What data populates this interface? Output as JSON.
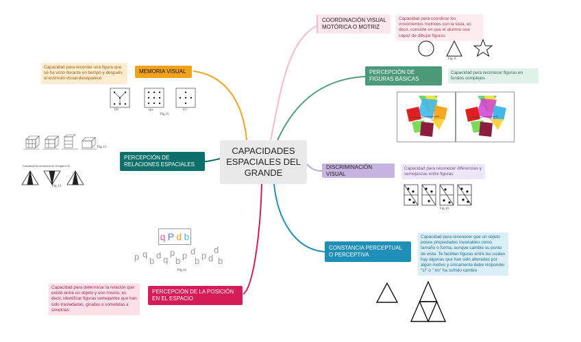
{
  "central": {
    "title": "CAPACIDADES ESPACIALES DEL GRANDE"
  },
  "colors": {
    "visual_motora": "#f7b8c7",
    "figuras_basicas": "#4d9a7b",
    "discriminacion": "#b9a3d8",
    "constancia": "#1f8fb8",
    "posicion": "#d61c57",
    "relaciones": "#0f6f6a",
    "memoria": "#f3a21a"
  },
  "branches": {
    "visual_motora": {
      "label": "COORDINACIÓN VISUAL MOTÓRICA O MOTRIZ",
      "note": "Capacidad para coordinar los movimientos motrices con la vista, es decir, consiste en que el alumno sea capaz de dibujar figuras",
      "fig_label": "Fig. 8"
    },
    "figuras_basicas": {
      "label": "PERCEPCIÓN DE FIGURAS BÁSICAS",
      "note": "Capacidad para reconocer figuras en fondos complejos"
    },
    "discriminacion": {
      "label": "DISCRIMINACIÓN VISUAL",
      "note": "Capacidad para reconocer diferencias y semejanzas entre figuras",
      "fig_label": "Fig.10"
    },
    "constancia": {
      "label": "CONSTANCIA PERCEPTUAL O PERCEPTIVA",
      "note": "Capacidad para reconocer que un objeto posee propiedades invariables como tamaño o forma, aunque cambie su punto de vista. Te facilitan figuras entre las cuales hay algunas que han sido alteradas por algún motivo y únicamente debe responder \"sí\" o \" no\" ha sufrido cambio"
    },
    "posicion": {
      "label": "PERCEPCIÓN DE LA POSICIÓN EN EL ESPACIO",
      "note": "Capacidad para determinar la relación que existe entre un objeto y uno mismo, es decir, identificar figuras semejantes que han sido trasladadas, giradas o sometidas a simetrías",
      "fig_label": "Fig.12",
      "letters": [
        "q",
        "P",
        "d",
        "b"
      ]
    },
    "relaciones": {
      "label": "PERCEPCIÓN DE RELACIONES ESPACIALES",
      "fig_label_a": "Fig.13",
      "caption": "Continuar la secuencia de la figura 14",
      "fig_label_b": "Fig.14"
    },
    "memoria": {
      "label": "MEMORIA VISUAL",
      "note": "Capacidad para recordar una figura que se ha visto durante un tiempo y después el estímulo visual desaparece",
      "fig_a": "(a)",
      "fig_b": "(b)",
      "fig_c": "(c)",
      "fig_label": "Fig.15"
    }
  }
}
